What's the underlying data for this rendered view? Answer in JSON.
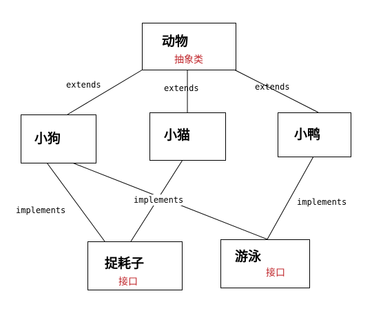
{
  "colors": {
    "line": "#000000",
    "sub_label": "#c0282d"
  },
  "nodes": {
    "animal": {
      "title": "动物",
      "subtitle": "抽象类"
    },
    "dog": {
      "title": "小狗"
    },
    "cat": {
      "title": "小猫"
    },
    "duck": {
      "title": "小鸭"
    },
    "catch_mouse": {
      "title": "捉耗子",
      "subtitle": "接口"
    },
    "swim": {
      "title": "游泳",
      "subtitle": "接口"
    }
  },
  "edges": {
    "extends_left": "extends",
    "extends_mid": "extends",
    "extends_right": "extends",
    "implements_left": "implements",
    "implements_mid": "implements",
    "implements_right": "implements"
  }
}
